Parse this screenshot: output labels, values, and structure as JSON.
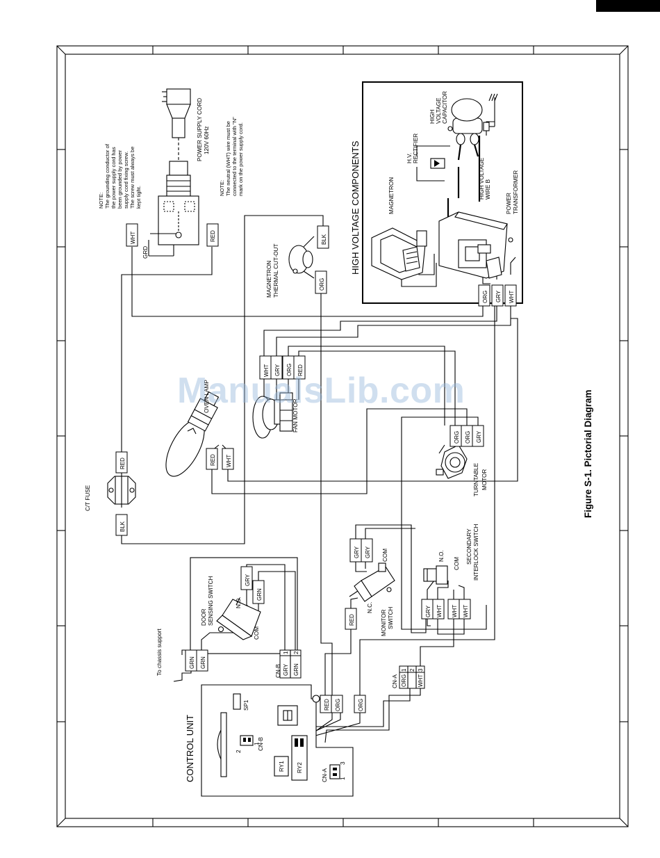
{
  "figure": {
    "caption": "Figure S-1. Pictorial Diagram",
    "watermark": "ManualsLib.com"
  },
  "sections": {
    "control_unit": "CONTROL UNIT",
    "high_voltage": "HIGH VOLTAGE COMPONENTS"
  },
  "components": {
    "power_cord": "POWER SUPPLY CORD",
    "power_cord_spec": "120V 60Hz",
    "ct_fuse": "C/T FUSE",
    "oven_lamp": "OVEN LAMP",
    "fan_motor": "FAN MOTOR",
    "magnetron_cutout_1": "MAGNETRON",
    "magnetron_cutout_2": "THERMAL CUT-OUT",
    "turntable_motor_1": "TURNTABLE",
    "turntable_motor_2": "MOTOR",
    "door_sensing_1": "DOOR",
    "door_sensing_2": "SENSING SWITCH",
    "monitor_switch_1": "MONITOR",
    "monitor_switch_2": "SWITCH",
    "secondary_switch_1": "SECONDARY",
    "secondary_switch_2": "INTERLOCK SWITCH",
    "magnetron": "MAGNETRON",
    "hv_rectifier_1": "H.V.",
    "hv_rectifier_2": "RECTIFIER",
    "hv_capacitor_1": "HIGH",
    "hv_capacitor_2": "VOLTAGE",
    "hv_capacitor_3": "CAPACITOR",
    "hv_wire_1": "HIGH VOLTAGE",
    "hv_wire_2": "WIRE B",
    "transformer_1": "POWER",
    "transformer_2": "TRANSFORMER",
    "chassis_support": "To chassis support",
    "grd": "GRD",
    "sp1": "SP1",
    "ry1": "RY1",
    "ry2": "RY2",
    "cnb_board": "CN-B",
    "cna_board": "CN-A",
    "cnb_connector": "CN-B",
    "cna_connector": "CN-A"
  },
  "terminal_labels": {
    "no": "N.O.",
    "nc": "N.C.",
    "com": "COM",
    "pin1": "1",
    "pin2": "2",
    "pin3": "3"
  },
  "notes": {
    "ground": [
      "NOTE:",
      "The grounding conductor of",
      "the power supply cord has",
      "been grounded by power",
      "supply cord fixing screw.",
      "The screw must always be",
      "kept tight."
    ],
    "neutral": [
      "NOTE:",
      "The neutral (WHT) wire must be",
      "connected to the terminal with \"N\"",
      "mark on the power supply cord."
    ]
  },
  "wire_colors": {
    "wht": "WHT",
    "red": "RED",
    "blk": "BLK",
    "org": "ORG",
    "gry": "GRY",
    "grn": "GRN"
  }
}
